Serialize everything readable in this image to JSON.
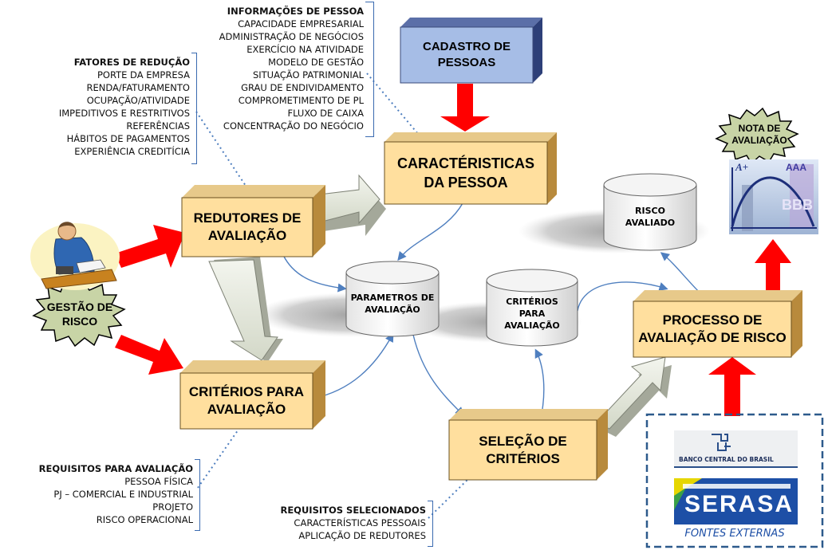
{
  "annotations": {
    "info_pessoa": {
      "title": "INFORMAÇÕES DE PESSOA",
      "items": [
        "CAPACIDADE EMPRESARIAL",
        "ADMINISTRAÇÃO DE NEGÓCIOS",
        "EXERCÍCIO NA ATIVIDADE",
        "MODELO DE GESTÃO",
        "SITUAÇÃO PATRIMONIAL",
        "GRAU DE ENDIVIDAMENTO",
        "COMPROMETIMENTO DE PL",
        "FLUXO DE CAIXA",
        "CONCENTRAÇÃO DO NEGÓCIO"
      ]
    },
    "fatores_reducao": {
      "title": "FATORES DE REDUÇÃO",
      "items": [
        "PORTE DA EMPRESA",
        "RENDA/FATURAMENTO",
        "OCUPAÇÃO/ATIVIDADE",
        "IMPEDITIVOS E RESTRITIVOS",
        "REFERÊNCIAS",
        "HÁBITOS DE PAGAMENTOS",
        "EXPERIÊNCIA CREDITÍCIA"
      ]
    },
    "requisitos_avaliacao": {
      "title": "REQUISITOS PARA AVALIAÇÃO",
      "items": [
        "PESSOA FÍSICA",
        "PJ – COMERCIAL E INDUSTRIAL",
        "PROJETO",
        "RISCO OPERACIONAL"
      ]
    },
    "requisitos_selecionados": {
      "title": "REQUISITOS SELECIONADOS",
      "items": [
        "CARACTERÍSTICAS PESSOAIS",
        "APLICAÇÃO DE REDUTORES"
      ]
    }
  },
  "boxes": {
    "cadastro": "CADASTRO DE PESSOAS",
    "caracteristicas": "CARACTÉRISTICAS DA PESSOA",
    "redutores": "REDUTORES DE AVALIAÇÃO",
    "criterios": "CRITÉRIOS PARA AVALIAÇÃO",
    "selecao": "SELEÇÃO DE CRITÉRIOS",
    "processo": "PROCESSO DE AVALIAÇÃO DE RISCO"
  },
  "cylinders": {
    "parametros": "PARAMETROS DE AVALIAÇÃO",
    "criterios": "CRITÉRIOS PARA AVALIAÇÃO",
    "risco": "RISCO AVALIADO"
  },
  "badges": {
    "gestao": "GESTÃO DE RISCO",
    "nota": "NOTA DE AVALIAÇÃO"
  },
  "external": {
    "bcb": "BANCO CENTRAL DO BRASIL",
    "serasa": "SERASA",
    "label": "FONTES EXTERNAS"
  },
  "chart_icon": {
    "grade_a": "A+",
    "grade_aaa": "AAA",
    "grade_bbb": "BBB"
  },
  "colors": {
    "box_face": "#ffdf9e",
    "box_side": "#b88a3c",
    "box_top": "#e7c98a",
    "cadastro_face": "#a6bde6",
    "cadastro_side": "#2d3f78",
    "red_arrow": "#ff0000",
    "connector": "#4f7fbf",
    "star_fill": "#c8d4a6",
    "dash_border": "#2d5a8c",
    "serasa_blue": "#1d4fa6"
  }
}
